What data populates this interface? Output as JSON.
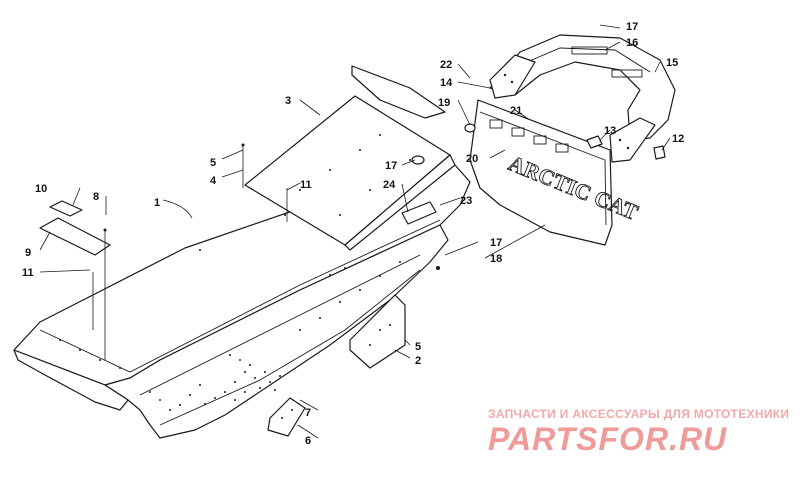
{
  "diagram": {
    "callouts": [
      {
        "id": "c1",
        "text": "1"
      },
      {
        "id": "c2",
        "text": "2"
      },
      {
        "id": "c3",
        "text": "3"
      },
      {
        "id": "c4",
        "text": "4"
      },
      {
        "id": "c5a",
        "text": "5"
      },
      {
        "id": "c5b",
        "text": "5"
      },
      {
        "id": "c6",
        "text": "6"
      },
      {
        "id": "c7",
        "text": "7"
      },
      {
        "id": "c8",
        "text": "8"
      },
      {
        "id": "c9",
        "text": "9"
      },
      {
        "id": "c10",
        "text": "10"
      },
      {
        "id": "c11a",
        "text": "11"
      },
      {
        "id": "c11b",
        "text": "11"
      },
      {
        "id": "c12",
        "text": "12"
      },
      {
        "id": "c13",
        "text": "13"
      },
      {
        "id": "c14",
        "text": "14"
      },
      {
        "id": "c15",
        "text": "15"
      },
      {
        "id": "c16",
        "text": "16"
      },
      {
        "id": "c17a",
        "text": "17"
      },
      {
        "id": "c17b",
        "text": "17"
      },
      {
        "id": "c17c",
        "text": "17"
      },
      {
        "id": "c18",
        "text": "18"
      },
      {
        "id": "c19",
        "text": "19"
      },
      {
        "id": "c20",
        "text": "20"
      },
      {
        "id": "c21",
        "text": "21"
      },
      {
        "id": "c22",
        "text": "22"
      },
      {
        "id": "c23",
        "text": "23"
      },
      {
        "id": "c24",
        "text": "24"
      }
    ],
    "flap_lettering": "ARCTIC CAT"
  },
  "watermark": {
    "tagline": "ЗАПЧАСТИ И АКСЕССУАРЫ ДЛЯ МОТОТЕХНИКИ",
    "brand": "PARTSFOR.RU",
    "color": "#f09a9a"
  }
}
